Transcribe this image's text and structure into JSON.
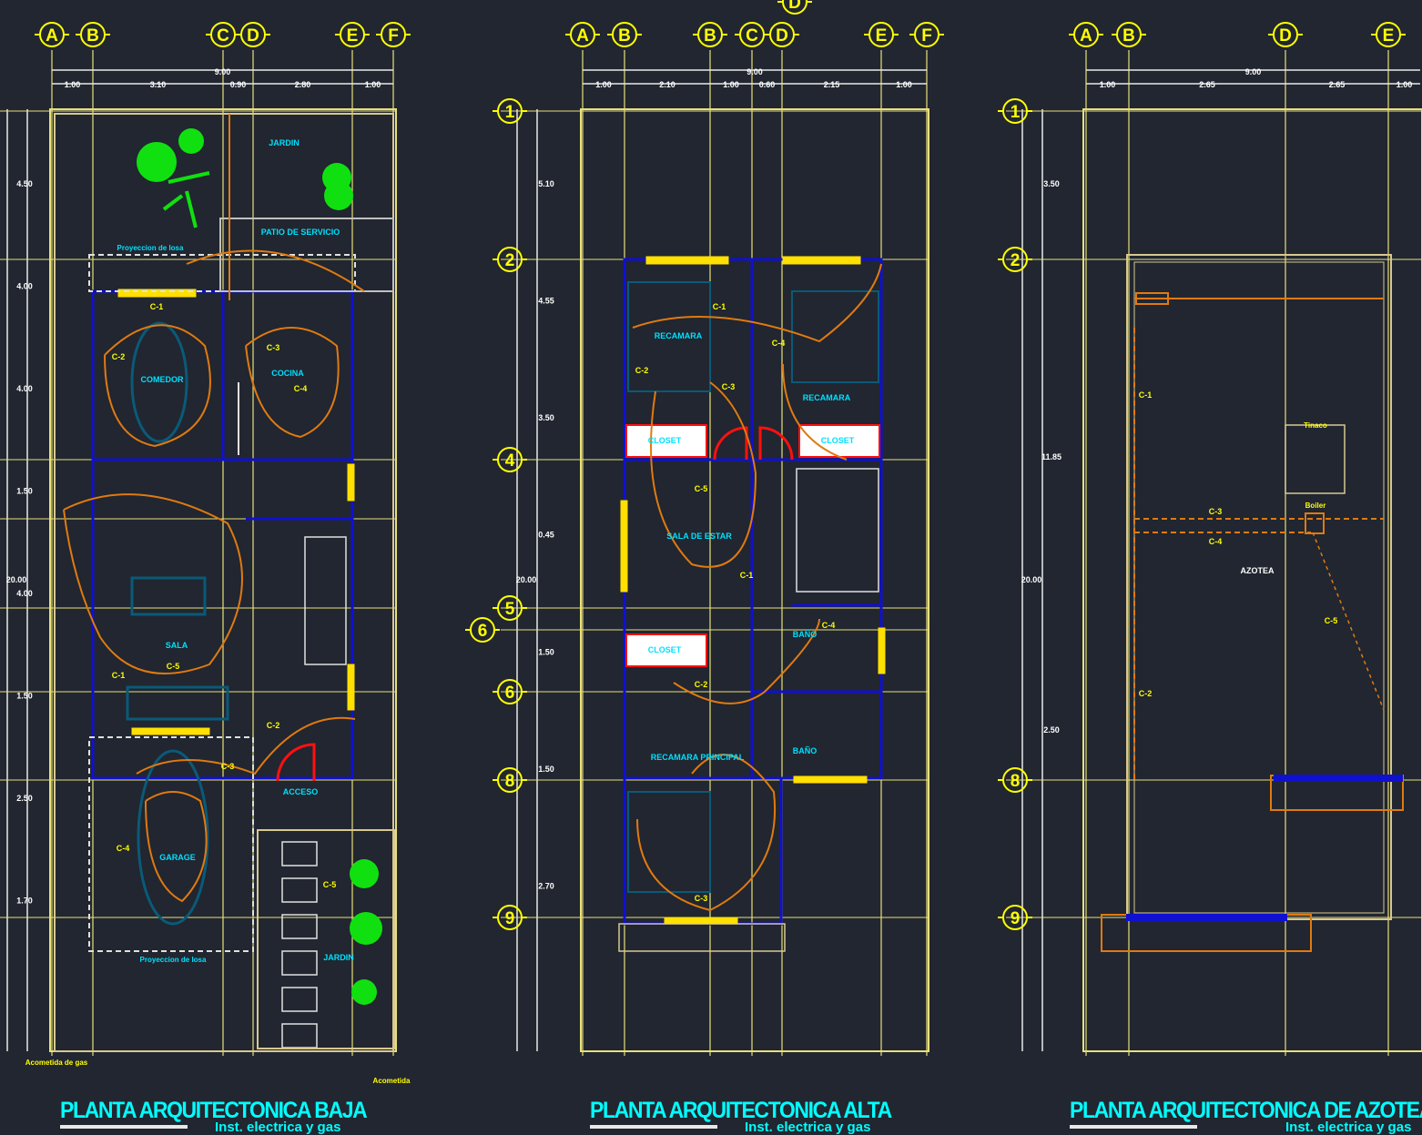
{
  "colors": {
    "background": "#212630",
    "grid": "#e8e07a",
    "axis_bubble": "#ffff00",
    "wall": "#1010d0",
    "window": "#ffe000",
    "circuit": "#e07a10",
    "label": "#00e0ff",
    "tag": "#ffff00",
    "door": "#ff1010",
    "plants": "#10e010",
    "furniture": "#0a5a78"
  },
  "plans": [
    {
      "title": "PLANTA ARQUITECTONICA BAJA",
      "subtitle": "Inst. electrica y gas",
      "columns": [
        "A",
        "B",
        "C",
        "D",
        "E",
        "F"
      ],
      "top_dims": [
        "1.00",
        "3.10",
        "0.90",
        "2.80",
        "1.00"
      ],
      "top_total": "9.00",
      "side_dims": [
        "4.50",
        "4.00",
        "4.00",
        "1.50",
        "4.00",
        "1.50",
        "2.50",
        "1.70"
      ],
      "side_total": "20.00",
      "rooms": [
        "JARDIN",
        "PATIO DE SERVICIO",
        "COCINA",
        "COMEDOR",
        "SALA",
        "GARAGE",
        "ACCESO",
        "JARDIN",
        "Proyeccion de losa",
        "Proyeccion de losa",
        "Acometida de gas",
        "Acometida"
      ]
    },
    {
      "title": "PLANTA ARQUITECTONICA ALTA",
      "subtitle": "Inst. electrica y gas",
      "columns": [
        "A",
        "B",
        "B",
        "C",
        "D",
        "E",
        "F"
      ],
      "extra_column": "D",
      "rows": [
        "1",
        "2",
        "4",
        "5",
        "6",
        "6",
        "8",
        "9"
      ],
      "top_dims": [
        "1.00",
        "2.10",
        "1.00",
        "0.60",
        "2.15",
        "1.00"
      ],
      "top_total": "9.00",
      "side_dims": [
        "5.10",
        "4.55",
        "3.50",
        "0.45",
        "1.50",
        "1.50",
        "2.70"
      ],
      "side_total": "20.00",
      "rooms": [
        "RECAMARA",
        "RECAMARA",
        "CLOSET",
        "CLOSET",
        "SALA DE ESTAR",
        "CLOSET",
        "BAÑO",
        "BAÑO",
        "RECAMARA PRINCIPAL"
      ]
    },
    {
      "title": "PLANTA ARQUITECTONICA DE AZOTEA",
      "subtitle": "Inst. electrica y gas",
      "columns": [
        "A",
        "B",
        "D",
        "E"
      ],
      "rows": [
        "1",
        "2",
        "8",
        "9"
      ],
      "top_dims": [
        "1.00",
        "2.65",
        "2.65",
        "1.00"
      ],
      "top_total": "9.00",
      "side_dims": [
        "3.50",
        "11.85",
        "2.50"
      ],
      "side_total": "20.00",
      "rooms": [
        "AZOTEA",
        "Tinaco",
        "Boiler"
      ]
    }
  ],
  "circuit_tags": [
    "C-1",
    "C-2",
    "C-3",
    "C-4",
    "C-5"
  ]
}
